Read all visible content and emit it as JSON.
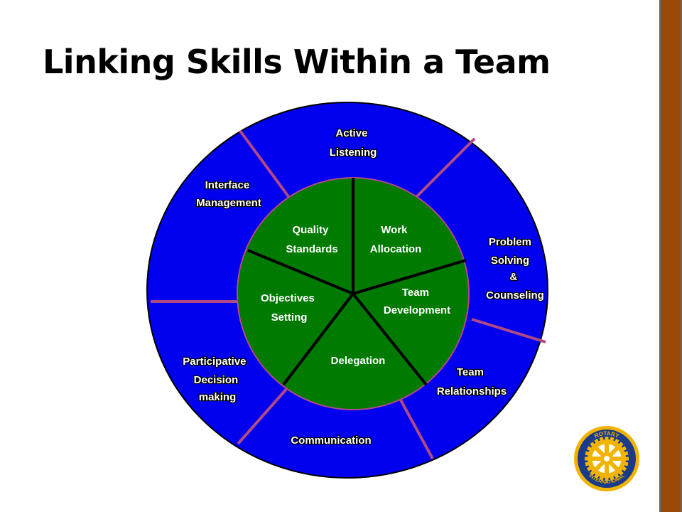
{
  "title": "Linking Skills Within a Team",
  "colors": {
    "outer_ring": "#0000ee",
    "inner_circle": "#007a00",
    "divider": "#b04a86",
    "side_bar": "#9a4a06",
    "logo": "#f0b400"
  },
  "outer_skills": [
    {
      "lines": [
        "Active",
        "Listening"
      ]
    },
    {
      "lines": [
        "Problem",
        "Solving",
        "&",
        "Counseling"
      ]
    },
    {
      "lines": [
        "Team",
        "Relationships"
      ]
    },
    {
      "lines": [
        "Communication"
      ]
    },
    {
      "lines": [
        "Participative",
        "Decision",
        "making"
      ]
    },
    {
      "lines": [
        "Interface",
        "Management"
      ]
    }
  ],
  "inner_skills": [
    {
      "lines": [
        "Work",
        "Allocation"
      ]
    },
    {
      "lines": [
        "Team",
        "Development"
      ]
    },
    {
      "lines": [
        "Delegation"
      ]
    },
    {
      "lines": [
        "Objectives",
        "Setting"
      ]
    },
    {
      "lines": [
        "Quality",
        "Standards"
      ]
    }
  ],
  "logo": {
    "top_text": "ROTARY",
    "bottom_text": "INTERNATIONAL",
    "icon": "rotary-wheel-icon"
  }
}
